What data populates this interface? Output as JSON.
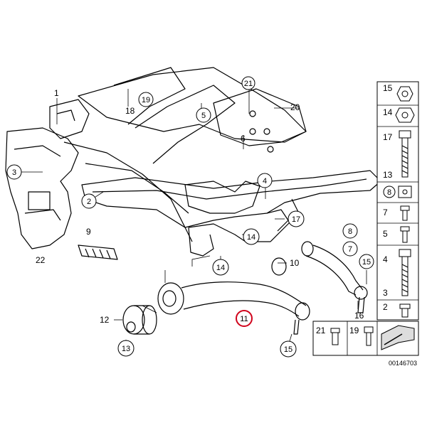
{
  "diagram": {
    "callouts": {
      "c1": "1",
      "c2": "2",
      "c3": "3",
      "c4": "4",
      "c5": "5",
      "c6": "6",
      "c7": "7",
      "c8": "8",
      "c9": "9",
      "c10": "10",
      "c11": "11",
      "c12": "12",
      "c13": "13",
      "c14a": "14",
      "c14b": "14",
      "c15a": "15",
      "c15b": "15",
      "c16": "16",
      "c17": "17",
      "c18": "18",
      "c19": "19",
      "c20": "20",
      "c21": "21",
      "c22": "22"
    },
    "sidebar": {
      "items": [
        "15",
        "14",
        "17",
        "13",
        "8",
        "7",
        "5",
        "4",
        "3",
        "2"
      ]
    },
    "bottom_parts": [
      "21",
      "19"
    ],
    "drawing_number": "00146703",
    "highlight_color": "#d0021b"
  }
}
